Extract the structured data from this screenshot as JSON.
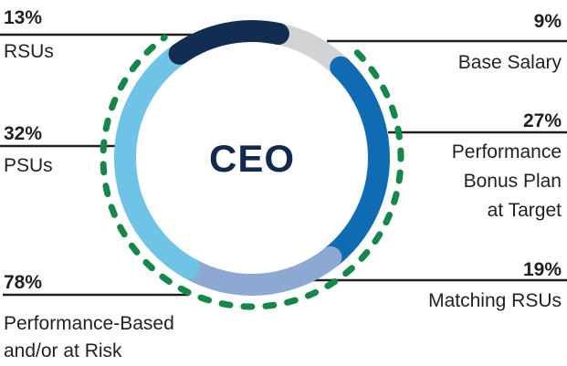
{
  "chart_data": {
    "type": "pie",
    "variant": "donut",
    "center_label": "CEO",
    "segments": [
      {
        "label": "Base Salary",
        "value": 9,
        "display": "9%",
        "color": "#d1d3d4"
      },
      {
        "label": "Performance Bonus Plan at Target",
        "value": 27,
        "display": "27%",
        "color": "#0f6cb3"
      },
      {
        "label": "Matching RSUs",
        "value": 19,
        "display": "19%",
        "color": "#8ea8d4"
      },
      {
        "label": "PSUs",
        "value": 32,
        "display": "32%",
        "color": "#6ec3e6"
      },
      {
        "label": "RSUs",
        "value": 13,
        "display": "13%",
        "color": "#132d52"
      }
    ],
    "annotation": {
      "label": "Performance-Based and/or at Risk",
      "value": 78,
      "display": "78%",
      "color": "#15874a",
      "style": "dashed-arc"
    }
  },
  "labels": {
    "rsus": {
      "pct": "13%",
      "lines": [
        "RSUs"
      ]
    },
    "base": {
      "pct": "9%",
      "lines": [
        "Base Salary"
      ]
    },
    "psus": {
      "pct": "32%",
      "lines": [
        "PSUs"
      ]
    },
    "bonus": {
      "pct": "27%",
      "lines": [
        "Performance",
        "Bonus Plan",
        "at Target"
      ]
    },
    "matching": {
      "pct": "19%",
      "lines": [
        "Matching RSUs"
      ]
    },
    "risk": {
      "pct": "78%",
      "lines": [
        "Performance-Based",
        "and/or at Risk"
      ]
    }
  }
}
